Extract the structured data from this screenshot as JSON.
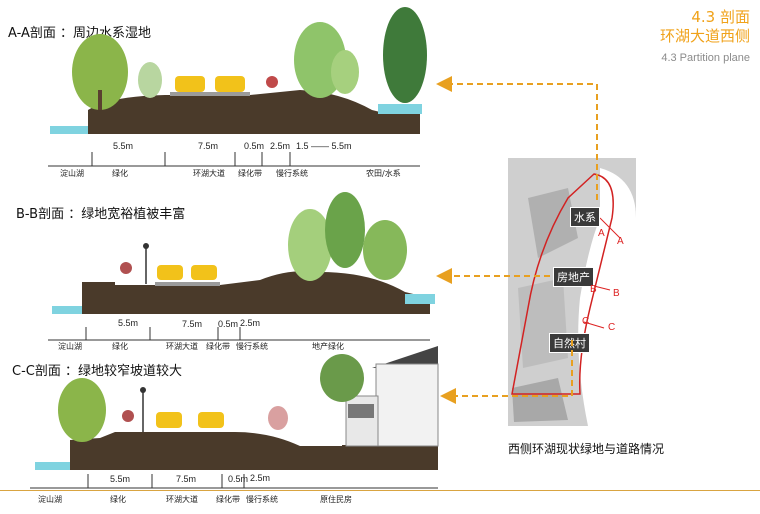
{
  "header": {
    "section_number_title": "4.3 剖面",
    "subtitle": "环湖大道西侧",
    "english": "4.3 Partition plane"
  },
  "sections": [
    {
      "label": "A-A剖面 ：周边水系湿地",
      "dims": [
        "5.5m",
        "7.5m",
        "0.5m",
        "2.5m",
        "1.5 —— 5.5m"
      ],
      "zones": [
        "淀山湖",
        "绿化",
        "环湖大道",
        "绿化带",
        "慢行系统",
        "农田/水系"
      ]
    },
    {
      "label": "B-B剖面 ：绿地宽裕植被丰富",
      "dims": [
        "5.5m",
        "7.5m",
        "0.5m",
        "2.5m"
      ],
      "zones": [
        "淀山湖",
        "绿化",
        "环湖大道",
        "绿化带",
        "慢行系统",
        "地产绿化"
      ]
    },
    {
      "label": "C-C剖面 ：绿地较窄坡道较大",
      "dims": [
        "5.5m",
        "7.5m",
        "0.5m",
        "2.5m"
      ],
      "zones": [
        "淀山湖",
        "绿化",
        "环湖大道",
        "绿化带",
        "慢行系统",
        "原住民房"
      ]
    }
  ],
  "map": {
    "tags": [
      "水系",
      "房地产",
      "自然村"
    ],
    "letters": [
      "A",
      "A",
      "B",
      "B",
      "C",
      "C"
    ],
    "caption": "西侧环湖现状绿地与道路情况"
  },
  "colors": {
    "accent": "#f0a21a",
    "soil": "#4a3a2a",
    "water": "#7fd3e0",
    "arrow": "#e8a020",
    "boundary": "#d22222"
  }
}
